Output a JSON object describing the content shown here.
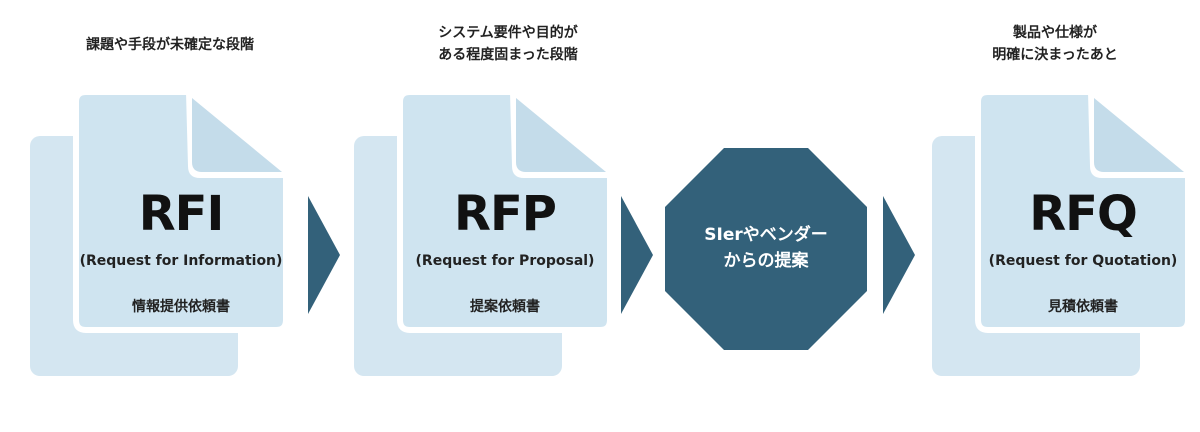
{
  "colors": {
    "doc_back": "#d4e6f1",
    "doc_front": "#cfe4f0",
    "doc_fold": "#c4dcea",
    "accent": "#33617a",
    "text": "#1a1a1a"
  },
  "steps": [
    {
      "caption_lines": [
        "課題や手段が未確定な段階"
      ],
      "abbr": "RFI",
      "full_name": "(Request for Information)",
      "jp_name": "情報提供依頼書"
    },
    {
      "caption_lines": [
        "システム要件や目的が",
        "ある程度固まった段階"
      ],
      "abbr": "RFP",
      "full_name": "(Request for Proposal)",
      "jp_name": "提案依頼書"
    },
    {
      "caption_lines": [
        "製品や仕様が",
        "明確に決まったあと"
      ],
      "abbr": "RFQ",
      "full_name": "(Request for Quotation)",
      "jp_name": "見積依頼書"
    }
  ],
  "proposal": {
    "lines": [
      "SIerやベンダー",
      "からの提案"
    ]
  }
}
